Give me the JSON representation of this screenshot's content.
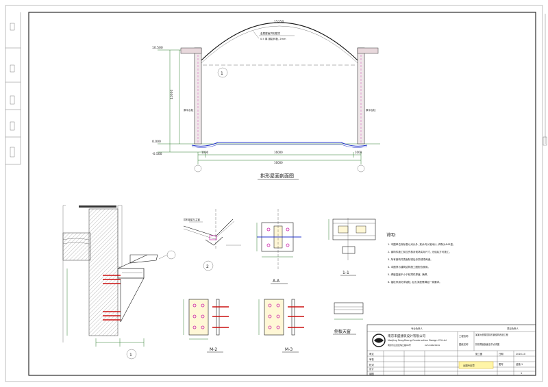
{
  "elevation": {
    "title": "拱形屋面剖面图",
    "span_label": "15250",
    "dim_total": "16000",
    "dim_inner": "16000",
    "dim_left": "1000",
    "dim_right": "1000",
    "level_top": "10.500",
    "level_mid": "0.000",
    "level_low": "-0.500",
    "height_dim": "10000",
    "roof_note": "金属屋面拱形屋顶",
    "roof_note2": "0.5 厚 镀铝锌板, 2mm",
    "left_note": "原平台柱",
    "right_note": "原平台柱"
  },
  "details": {
    "d1_label": "1",
    "d2_label": "2",
    "aa_label": "A-A",
    "one_label": "1-1",
    "m2_label": "M-2",
    "m3_label": "M-3",
    "skylight_label": "侧板天窗",
    "note_rib": "拱形钢梁与主钢"
  },
  "notes": {
    "heading": "说明:",
    "items": [
      "1. 本图单位除标高以米计外, 其余均以毫米计, 焊条为E43型。",
      "2. 钢构件施工前应先核对现场实际尺寸, 无误后方可施工。",
      "3. 所有钢构件表面除锈后涂防锈漆两道。",
      "4. 本图须与建筑结构施工图配合使用。",
      "5. 焊缝高度不小于较薄件厚度, 满焊。",
      "6. 锚栓采用化学锚栓, 钻孔深度需满足厂家要求。"
    ]
  },
  "titleblock": {
    "company_cn": "南京丰盛建筑设计有限公司",
    "company_en": "NanJing FengSheng Construction Design CO.Ltd",
    "addr1": "南京市玄武区珠江路88号",
    "addr2": "025-86605699",
    "project_label": "工程名称",
    "project": "某某大厦屋顶拱形钢结构改造工程",
    "drawing_label": "图纸名称",
    "drawing": "拱形屋面剖面及节点详图",
    "stage": "施工图",
    "date_label": "日期",
    "date": "2016.10",
    "sheet_label": "图号",
    "sheet_no": "结施-1",
    "scale": "1",
    "stamp": "出图专用章",
    "roles": [
      "审定",
      "审核",
      "校对",
      "设计",
      "制图"
    ],
    "sign_left": "专业负责人",
    "sign_right": "项目负责人"
  },
  "colors": {
    "ink": "#1a1a1a",
    "dim_green": "#2a7a2a",
    "bolt_red": "#cc1111",
    "axis_blue": "#2233cc",
    "weld_magenta": "#cc22aa"
  }
}
